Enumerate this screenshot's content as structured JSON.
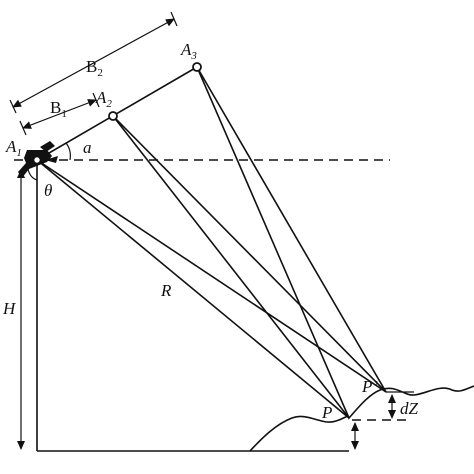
{
  "labels": {
    "b2_main": "B",
    "b2_sub": "2",
    "b1_main": "B",
    "b1_sub": "1",
    "a1_main": "A",
    "a1_sub": "1",
    "a2_main": "A",
    "a2_sub": "2",
    "a3_main": "A",
    "a3_sub": "3",
    "alpha": "a",
    "theta": "θ",
    "range": "R",
    "height": "H",
    "point_p": "P",
    "point_p_prime": "P’",
    "dz": "dZ"
  }
}
